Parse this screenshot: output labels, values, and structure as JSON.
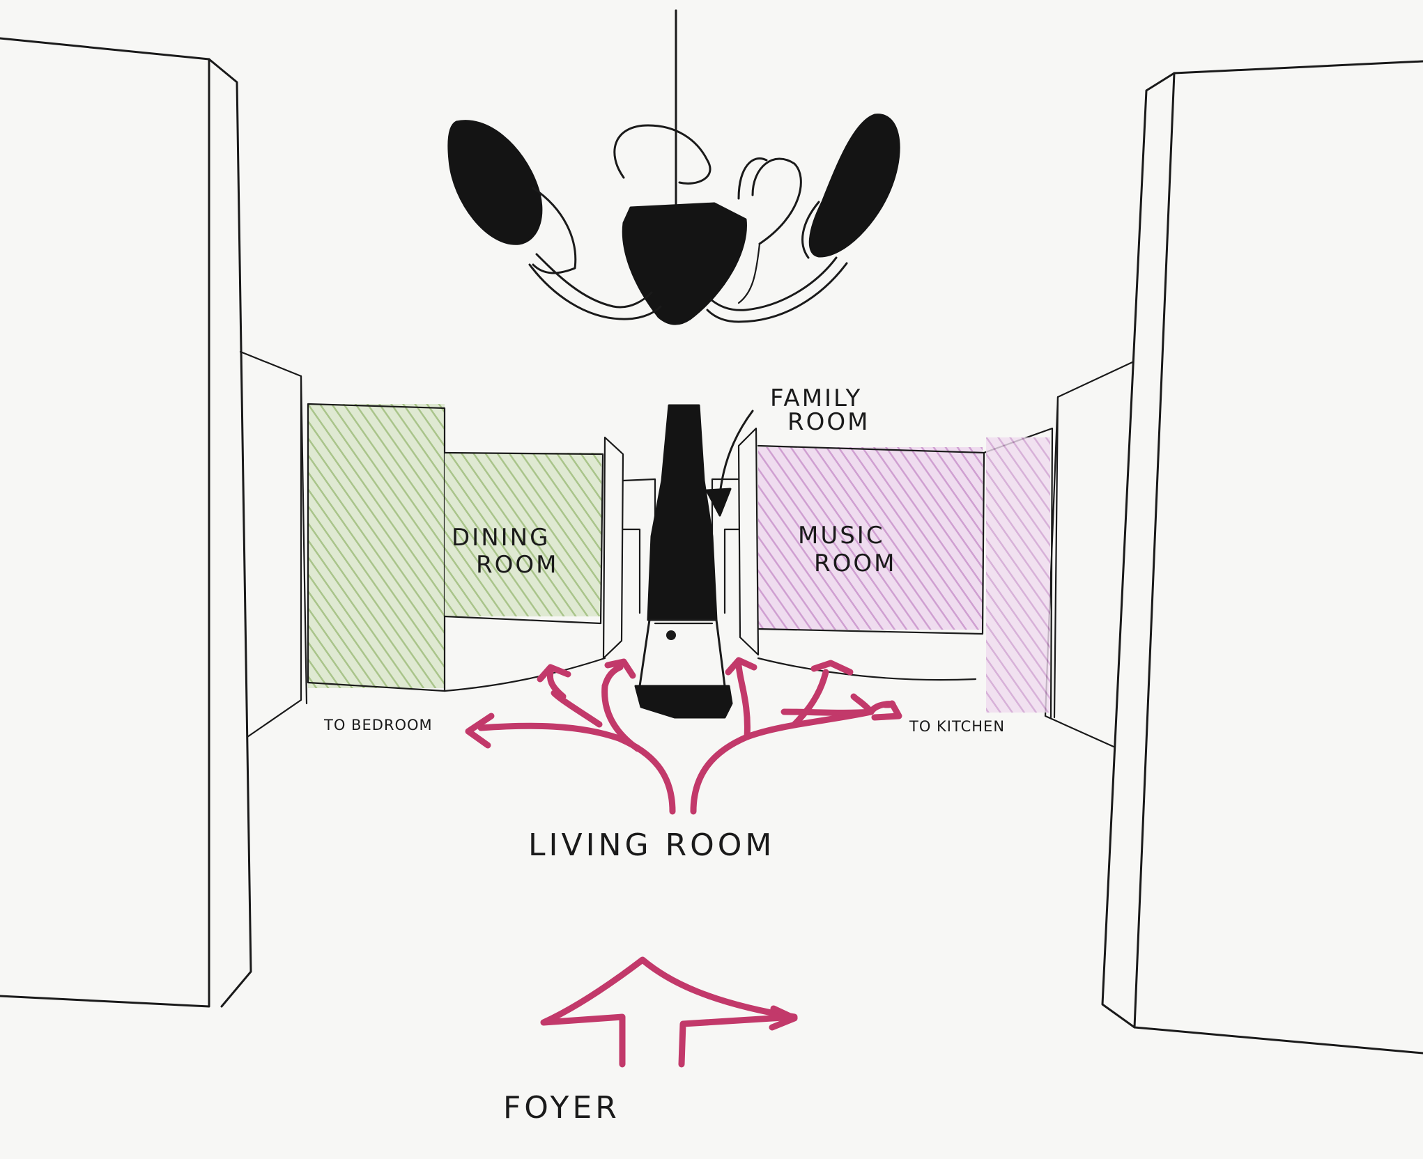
{
  "labels": {
    "family_room_line1": "FAMILY",
    "family_room_line2": "ROOM",
    "dining_room_line1": "DINING",
    "dining_room_line2": "ROOM",
    "music_room_line1": "MUSIC",
    "music_room_line2": "ROOM",
    "to_bedroom": "TO BEDROOM",
    "to_kitchen": "TO KITCHEN",
    "living_room": "LIVING ROOM",
    "foyer": "FOYER"
  },
  "colors": {
    "ink": "#1a1a1a",
    "arrow": "#c2396a",
    "dining_fill": "#c9dbb2",
    "music_fill": "#e3c6e4",
    "paper": "#f7f7f5"
  }
}
